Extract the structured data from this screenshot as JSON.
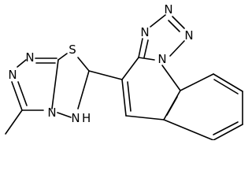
{
  "colors": {
    "ink": "#000000",
    "background": "#ffffff"
  },
  "atoms": {
    "n_triazole_top": "N",
    "n_triazole_left": "N",
    "n_triazole_bridge": "N",
    "s_thiadiazole": "S",
    "nh_thiadiazole": "N",
    "nh_hydrogen": "H",
    "n_tetrazole_top": "N",
    "n_tetrazole_right": "N",
    "n_tetrazole_left": "N",
    "n_bridgehead": "N"
  }
}
